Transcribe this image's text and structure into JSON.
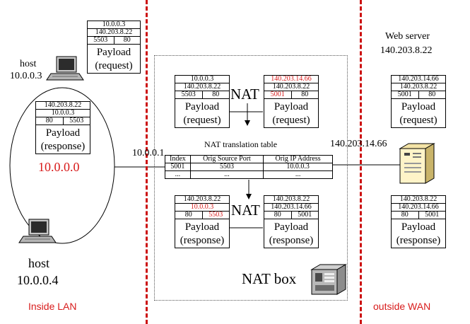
{
  "lan_label": "Inside LAN",
  "wan_label": "outside WAN",
  "nat_box_label": "NAT box",
  "nat_label": "NAT",
  "table_title": "NAT translation table",
  "table_headers": [
    "Index",
    "Orig Source Port",
    "Orig IP Address"
  ],
  "table_row1": [
    "5001",
    "5503",
    "10.0.0.3"
  ],
  "table_row2": [
    "...",
    "...",
    "..."
  ],
  "host1": {
    "line1": "host",
    "line2": "10.0.0.3"
  },
  "host2": {
    "line1": "host",
    "line2": "10.0.0.4"
  },
  "lan_net": "10.0.0.0",
  "gw_inside": "10.0.0.1",
  "gw_outside": "140.203.14.66",
  "web_server": {
    "line1": "Web server",
    "line2": "140.203.8.22"
  },
  "packets": {
    "p1": {
      "r1": "10.0.0.3",
      "r2": "140.203.8.22",
      "p1": "5503",
      "p2": "80",
      "payload": [
        "Payload",
        "(request)"
      ]
    },
    "p2": {
      "r1": "140.203.8.22",
      "r2": "10.0.0.3",
      "p1": "80",
      "p2": "5503",
      "payload": [
        "Payload",
        "(response)"
      ]
    },
    "p3": {
      "r1": "10.0.0.3",
      "r2": "140.203.8.22",
      "p1": "5503",
      "p2": "80",
      "payload": [
        "Payload",
        "(request)"
      ]
    },
    "p4": {
      "r1": "140.203.14.66",
      "r2": "140.203.8.22",
      "p1": "5001",
      "p2": "80",
      "payload": [
        "Payload",
        "(request)"
      ]
    },
    "p5": {
      "r1": "140.203.14.66",
      "r2": "140.203.8.22",
      "p1": "5001",
      "p2": "80",
      "payload": [
        "Payload",
        "(request)"
      ]
    },
    "p6": {
      "r1": "140.203.8.22",
      "r2": "10.0.0.3",
      "p1": "80",
      "p2": "5503",
      "payload": [
        "Payload",
        "(response)"
      ]
    },
    "p7": {
      "r1": "140.203.8.22",
      "r2": "140.203.14.66",
      "p1": "80",
      "p2": "5001",
      "payload": [
        "Payload",
        "(response)"
      ]
    },
    "p8": {
      "r1": "140.203.8.22",
      "r2": "140.203.14.66",
      "p1": "80",
      "p2": "5001",
      "payload": [
        "Payload",
        "(response)"
      ]
    }
  }
}
